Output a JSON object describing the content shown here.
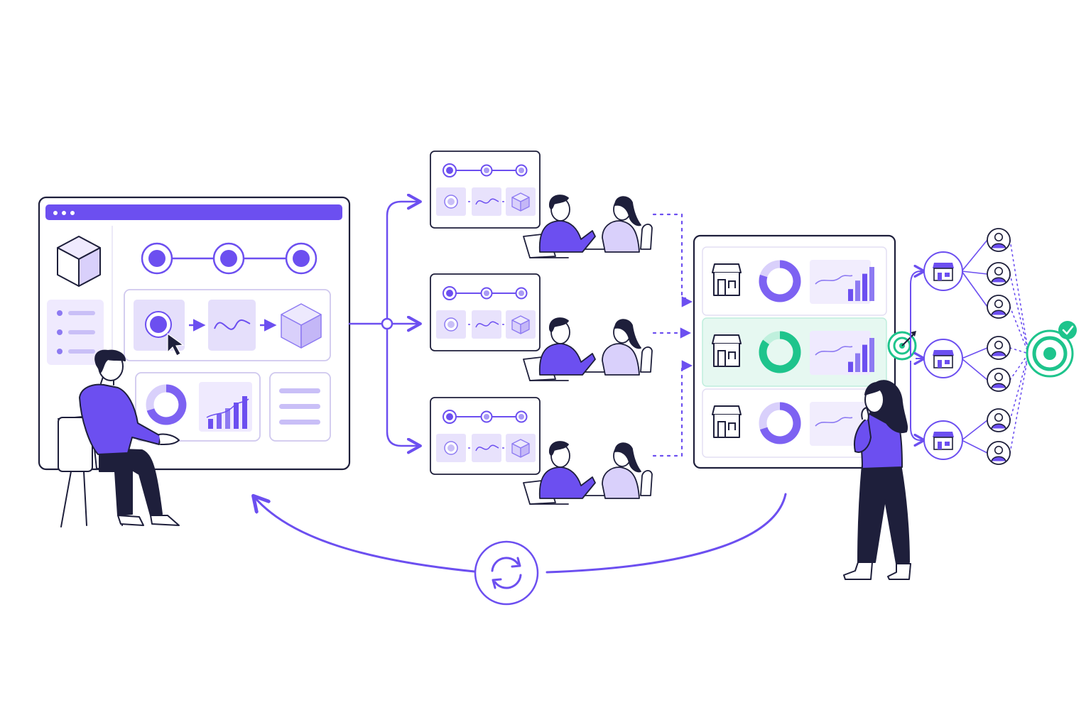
{
  "colors": {
    "ink": "#1e1f3b",
    "primary": "#6c4ff0",
    "primary_light": "#d9d0fb",
    "primary_pale": "#efeafe",
    "panel_border": "#c9c3e8",
    "success": "#1ec48c",
    "success_pale": "#e6f8f1"
  },
  "icons": {
    "window_dots": "three-dots-icon",
    "cube": "cube-icon",
    "cursor": "cursor-arrow-icon",
    "store": "store-icon",
    "cycle": "refresh-cycle-icon",
    "target": "target-icon",
    "check": "check-icon",
    "user": "user-avatar-icon"
  },
  "main_dashboard": {
    "workflow_steps": 3,
    "list_items": 3
  },
  "team_panels": [
    {
      "steps": 3
    },
    {
      "steps": 3
    },
    {
      "steps": 3
    }
  ],
  "results_board": {
    "rows": [
      {
        "donut_fraction": 0.8,
        "bars": [
          0.35,
          0.6,
          0.8,
          1.0
        ],
        "highlighted": false
      },
      {
        "donut_fraction": 0.85,
        "bars": [
          0.3,
          0.55,
          0.8,
          1.0
        ],
        "highlighted": true
      },
      {
        "donut_fraction": 0.7,
        "bars": [],
        "highlighted": false
      }
    ]
  },
  "distribution": {
    "stores": 3,
    "customers": 7
  }
}
